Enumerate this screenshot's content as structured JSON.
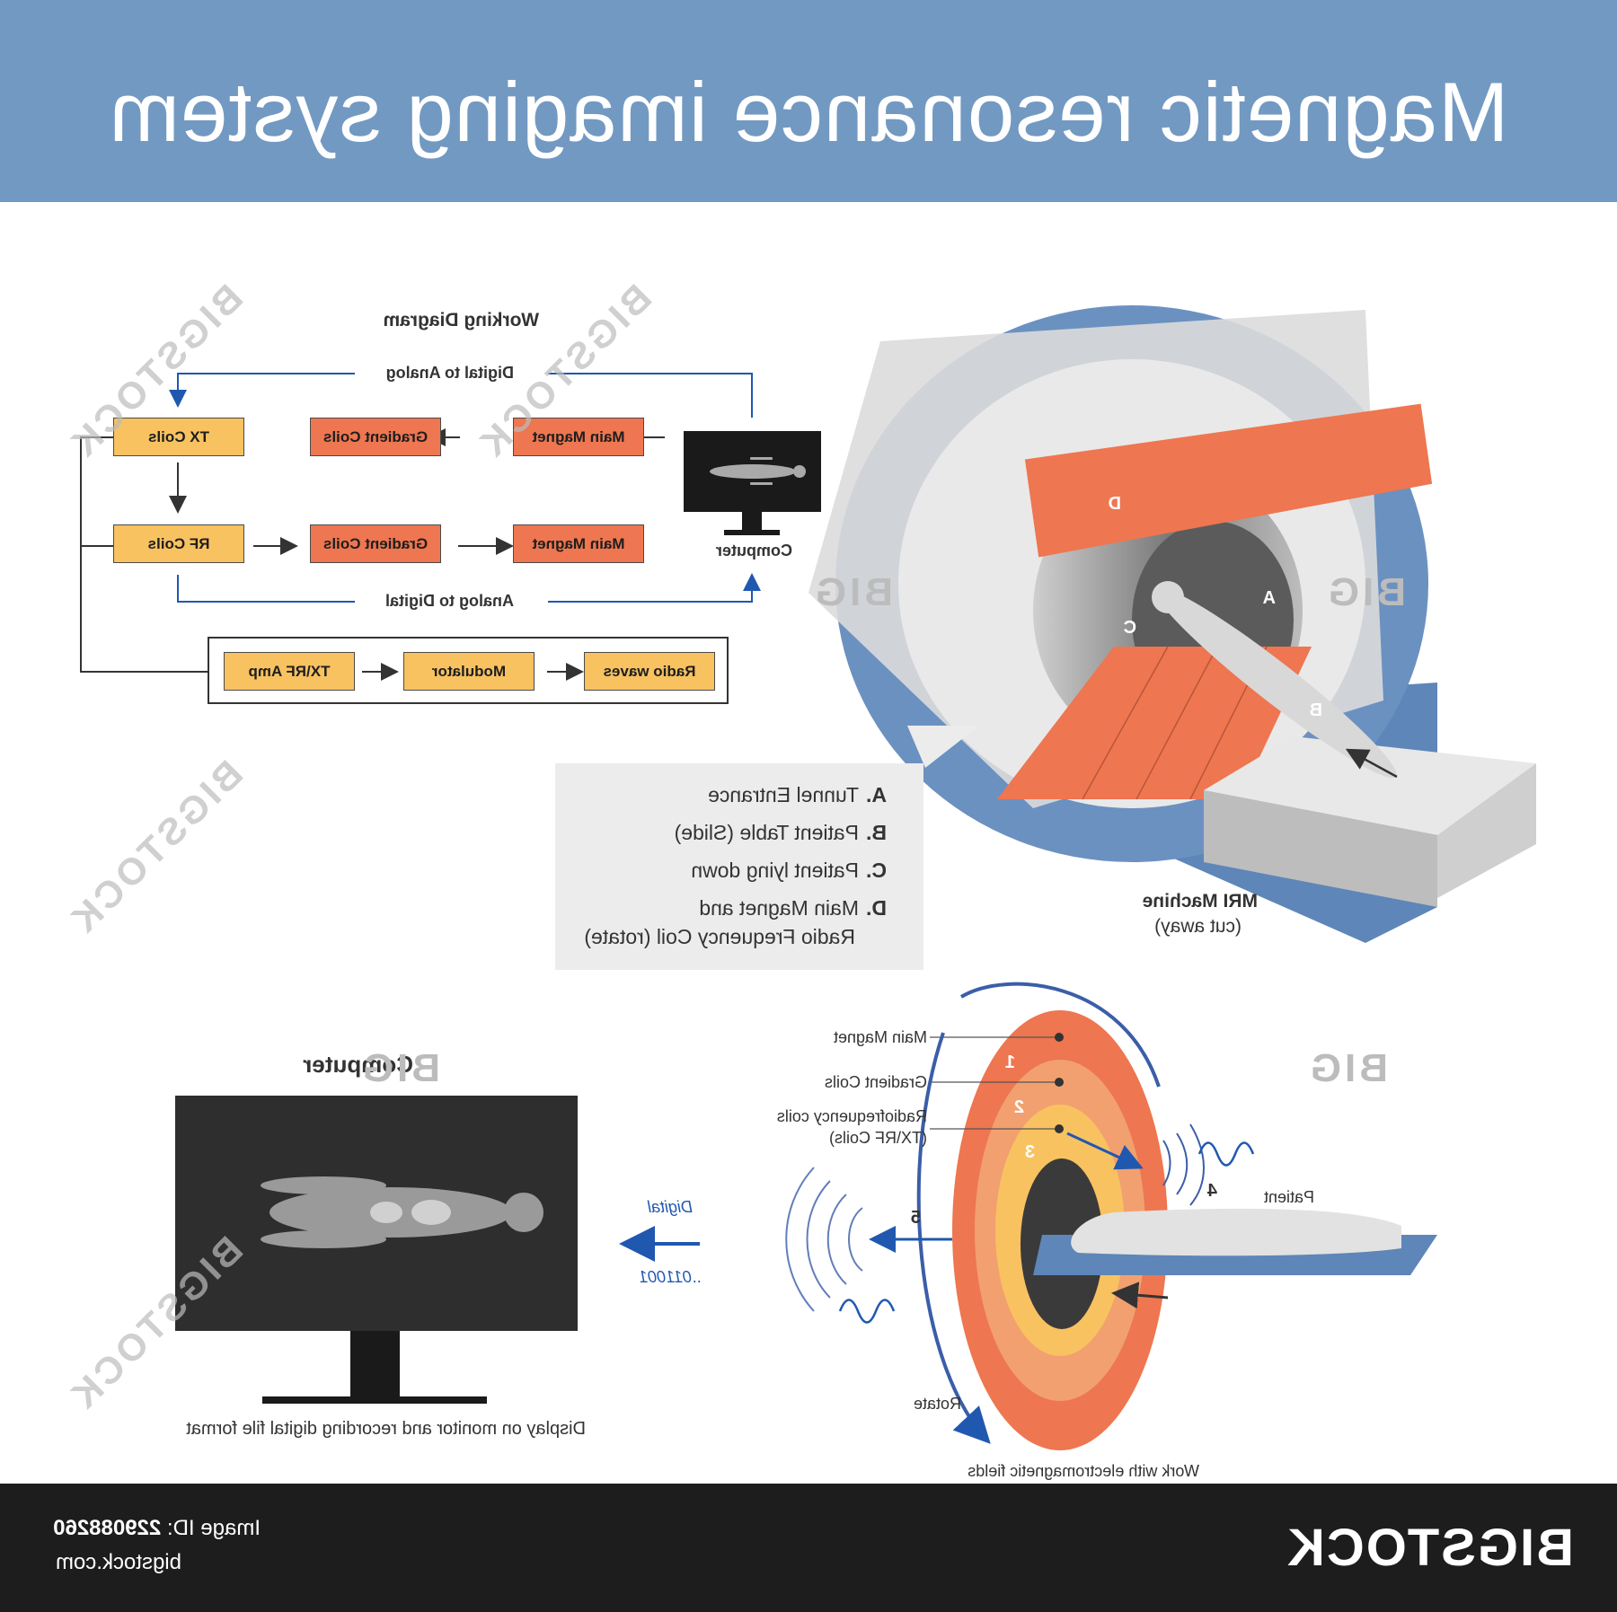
{
  "title": "Magnetic resonance imaging system",
  "working_diagram": {
    "heading": "Working Diagram",
    "digital_to_analog": "Digital to Analog",
    "analog_to_digital": "Analog to Digital",
    "computer_label": "Computer",
    "row1": {
      "main_magnet": "Main Magnet",
      "gradient_coils": "Gradient Coils",
      "tx_coils": "TX Coils"
    },
    "row2": {
      "main_magnet": "Main Magnet",
      "gradient_coils": "Gradient Coils",
      "rf_coils": "RF Coils"
    },
    "row3": {
      "radio_waves": "Radio waves",
      "modulator": "Modulator",
      "tx_rf_amp": "TX\\RF Amp"
    }
  },
  "mri_machine": {
    "label": "MRI Machine",
    "sublabel": "(cut away)",
    "markers": [
      "A",
      "B",
      "C",
      "D"
    ]
  },
  "legend": [
    {
      "letter": "A.",
      "text": "Tunnel Entrance"
    },
    {
      "letter": "B.",
      "text": "Patient Table (Slide)"
    },
    {
      "letter": "C.",
      "text": "Patient lying down"
    },
    {
      "letter": "D.",
      "text": "Main Magnet and",
      "text2": "Radio Frequency Coil (rotate)"
    }
  ],
  "computer_panel": {
    "heading": "Computer",
    "caption": "Display on monitor and recording digital file format",
    "digital_label": "Digital",
    "binary": "..011001"
  },
  "field_diagram": {
    "main_magnet": "Main Magnet",
    "gradient_coils": "Gradient Coils",
    "rf_coils_line1": "Radiofrequency coils",
    "rf_coils_line2": "(TX\\RF Coils)",
    "patient": "Patient",
    "rotate": "Rotate",
    "caption": "Work with electromagnetic fields",
    "numbers": [
      "1",
      "2",
      "3",
      "4",
      "5"
    ]
  },
  "watermarks": {
    "bigstock": "BIGSTOCK",
    "big": "BIG"
  },
  "footer": {
    "brand": "BIGSTOCK",
    "image_id_label": "Image ID:",
    "image_id": "229088260",
    "site": "bigstock.com"
  },
  "colors": {
    "header": "#7299c1",
    "orange": "#ee7650",
    "yellow": "#f8c261",
    "machine_blue": "#5e86b8",
    "arrow_blue": "#2058b0",
    "footer": "#1d1d1d"
  }
}
